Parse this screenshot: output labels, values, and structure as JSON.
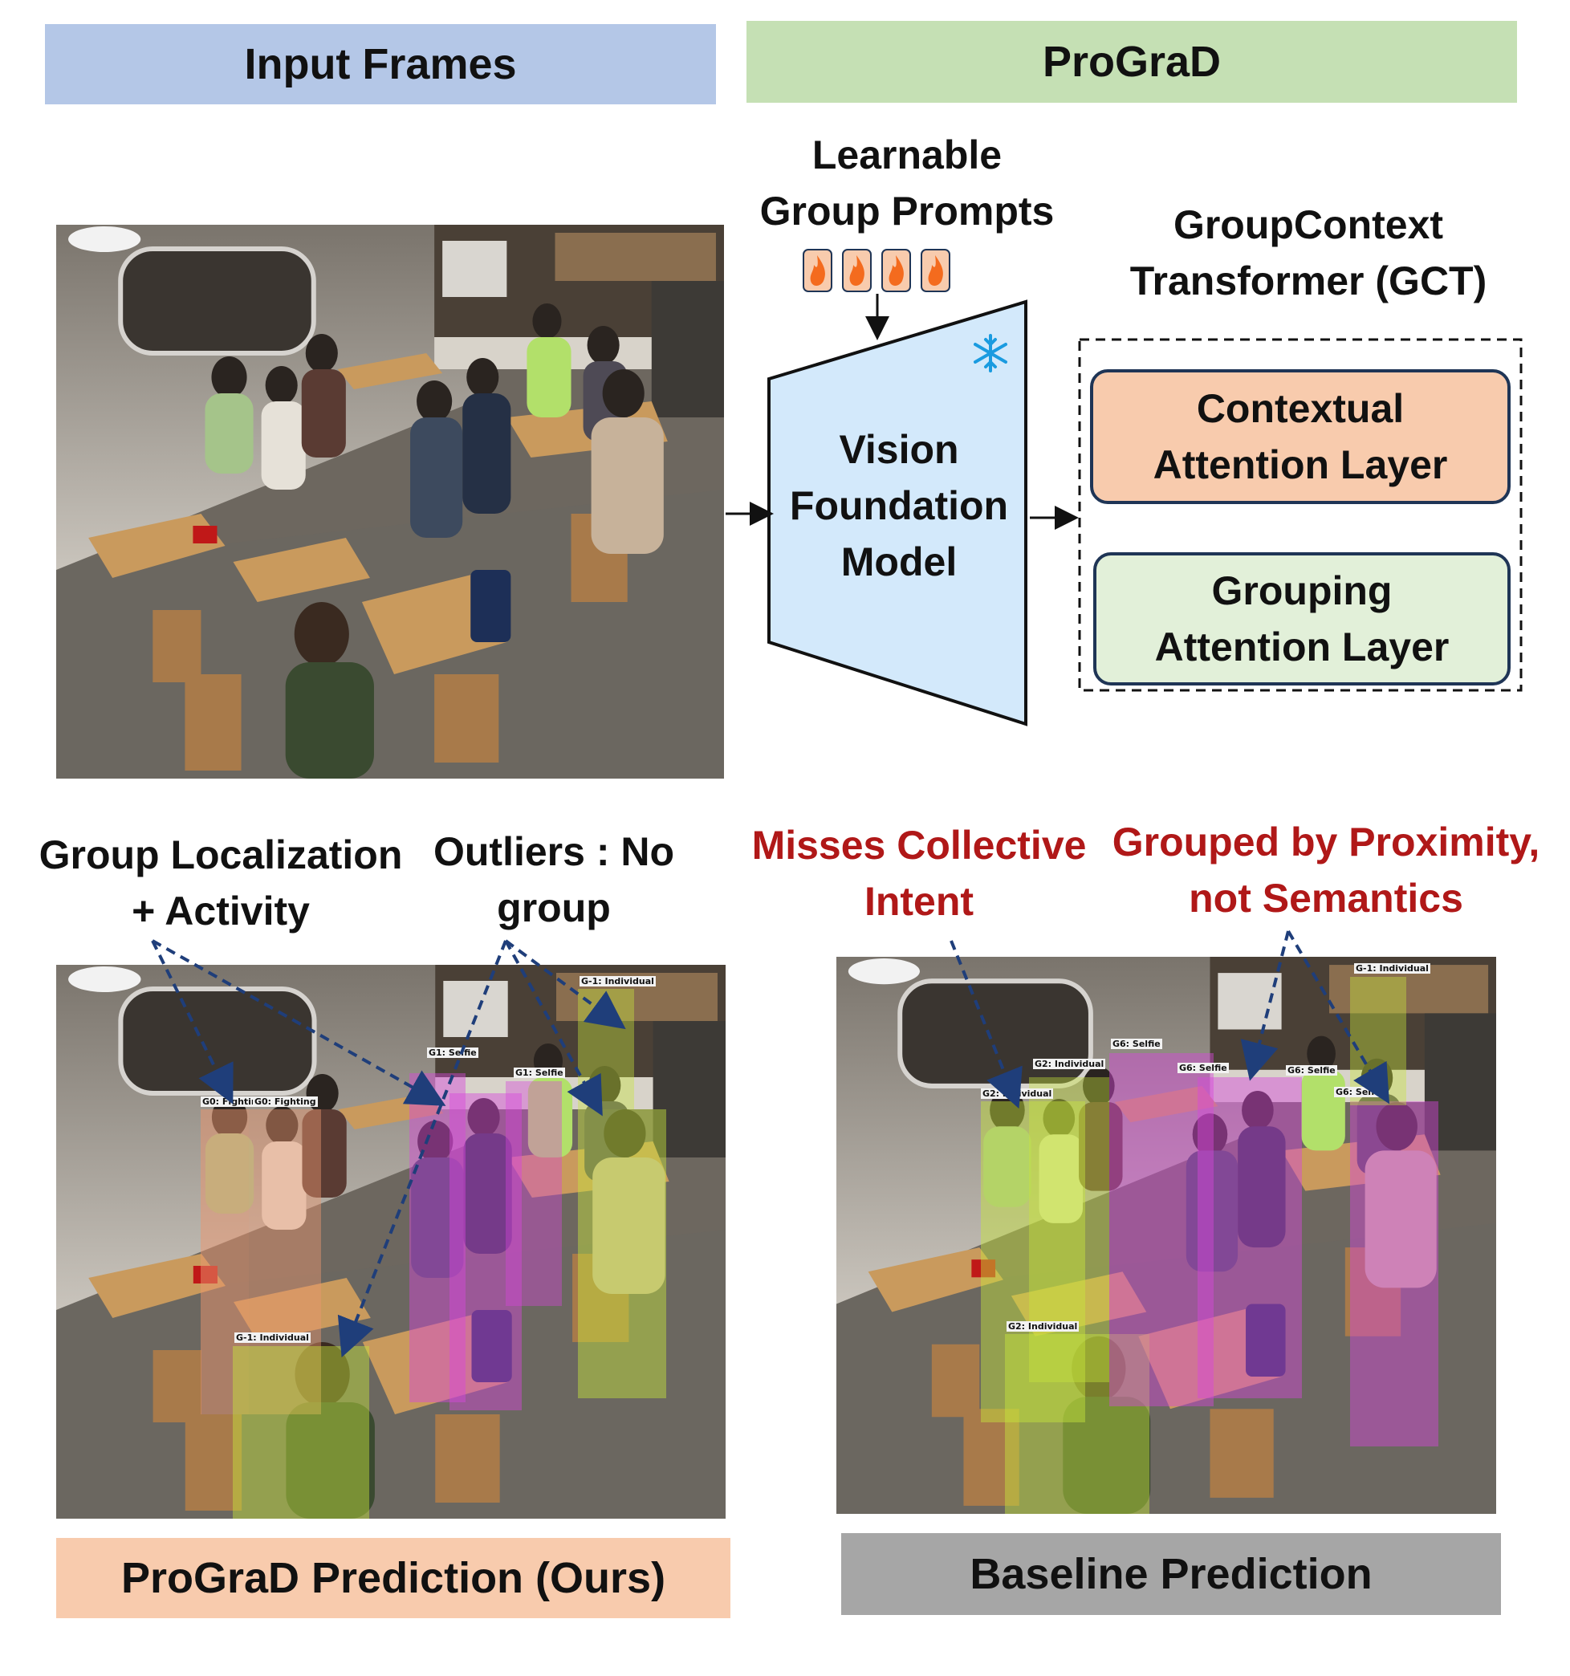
{
  "headers": {
    "input_frames": "Input Frames",
    "prograd": "ProGraD"
  },
  "pipeline": {
    "prompts_label_line1": "Learnable",
    "prompts_label_line2": "Group Prompts",
    "vfm_line1": "Vision",
    "vfm_line2": "Foundation",
    "vfm_line3": "Model",
    "gct_line1": "GroupContext",
    "gct_line2": "Transformer (GCT)",
    "contextual_line1": "Contextual",
    "contextual_line2": "Attention Layer",
    "grouping_line1": "Grouping",
    "grouping_line2": "Attention Layer"
  },
  "annotations": {
    "group_loc_line1": "Group Localization",
    "group_loc_line2": "+ Activity",
    "outliers_line1": "Outliers : No",
    "outliers_line2": "group",
    "misses_line1": "Misses Collective",
    "misses_line2": "Intent",
    "proximity_line1": "Grouped by Proximity,",
    "proximity_line2": "not Semantics"
  },
  "ours_tags": {
    "g0_fighting": "G0: Fighting",
    "g1_selfie": "G1: Selfie",
    "g_minus1_individual": "G-1: Individual"
  },
  "baseline_tags": {
    "g2_individual": "G2: Individual",
    "g6_selfie": "G6: Selfie",
    "g_minus1_individual": "G-1: Individual"
  },
  "footers": {
    "ours": "ProGraD Prediction (Ours)",
    "baseline": "Baseline Prediction"
  },
  "colors": {
    "input_banner": "#b4c7e7",
    "prograd_banner": "#c5e0b4",
    "ours_footer": "#f8cbad",
    "baseline_footer": "#a6a6a6",
    "vfm_fill": "#d3e9fb",
    "contextual_fill": "#f8cbad",
    "grouping_fill": "#e2f0d9",
    "arrow_blue": "#1f3e7a",
    "annotation_red": "#b01818",
    "flame": "#f46b1e",
    "snowflake": "#1a9be0"
  },
  "icons": {
    "prompt_tokens": "flame-icon",
    "frozen": "snowflake-icon"
  }
}
